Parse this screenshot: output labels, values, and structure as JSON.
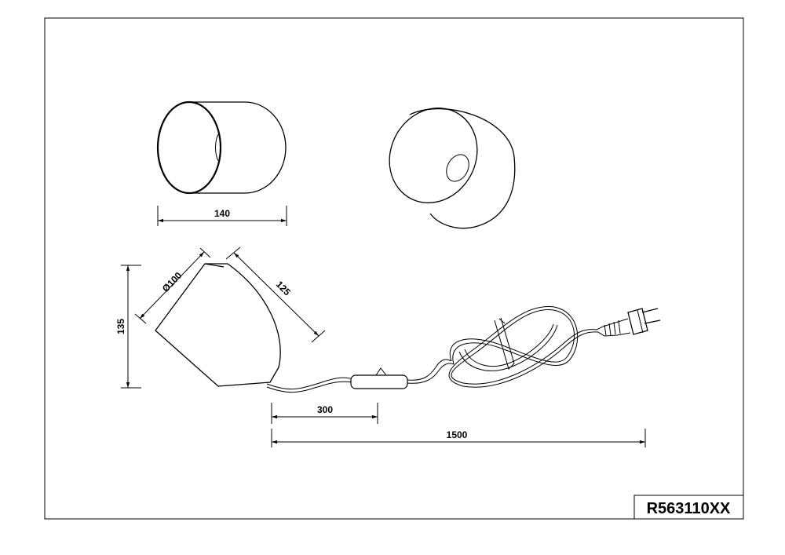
{
  "drawing": {
    "product_code": "R563110XX",
    "dimensions": {
      "width": "140",
      "diameter": "Ø100",
      "shade_length": "125",
      "height": "135",
      "switch_distance": "300",
      "cable_length": "1500"
    }
  }
}
